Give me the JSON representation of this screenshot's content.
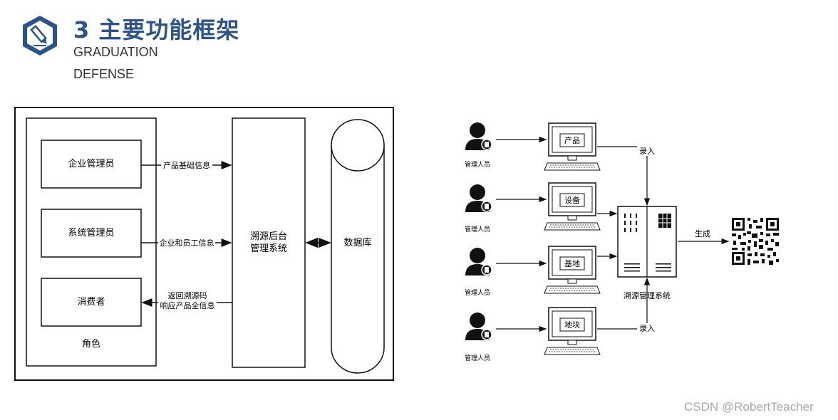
{
  "header": {
    "title": "3 主要功能框架",
    "subtitle_line1": "GRADUATION",
    "subtitle_line2": "DEFENSE",
    "icon": "pencil-hexagon-icon",
    "accent_color": "#2e5387"
  },
  "left_diagram": {
    "roles_group_label": "角色",
    "roles": [
      "企业管理员",
      "系统管理员",
      "消费者"
    ],
    "flows": [
      {
        "label": "产品基础信息",
        "direction": "to-system"
      },
      {
        "label": "企业和员工信息",
        "direction": "to-system"
      },
      {
        "label_line1": "返回溯源码",
        "label_line2": "响应产品全信息",
        "direction": "to-role"
      }
    ],
    "system_label_line1": "溯源后台",
    "system_label_line2": "管理系统",
    "database_label": "数据库"
  },
  "right_diagram": {
    "operator_label": "管理人员",
    "terminals": [
      "产品",
      "设备",
      "基地",
      "地块"
    ],
    "input_label_top": "录入",
    "input_label_bottom": "录入",
    "server_label": "溯源管理系统",
    "output_label": "生成",
    "output_icon": "qr-code-icon"
  },
  "watermark": "CSDN @RobertTeacher"
}
